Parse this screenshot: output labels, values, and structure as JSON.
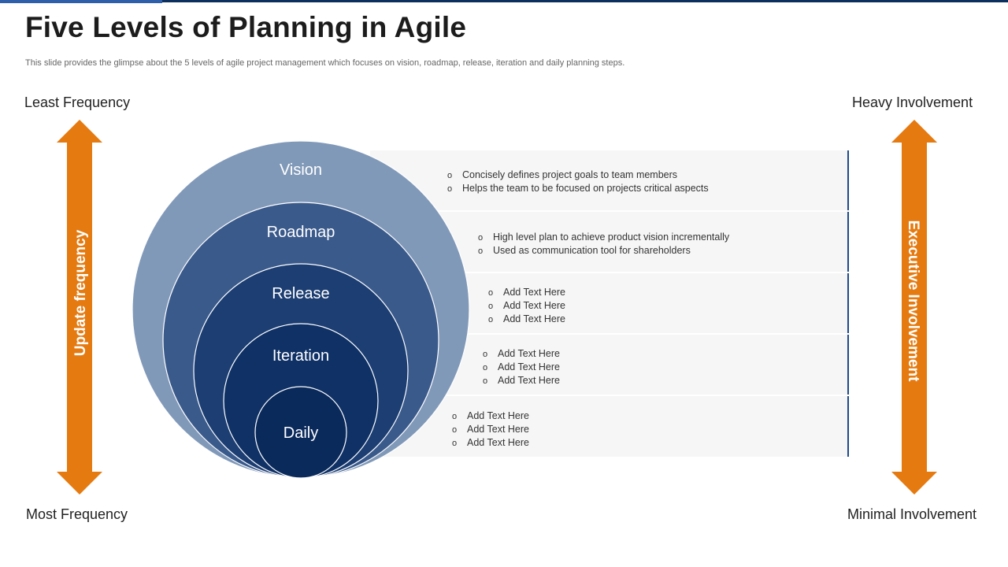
{
  "title": "Five Levels of Planning in Agile",
  "subtitle": "This slide provides the glimpse about the 5 levels of agile project management which focuses on vision, roadmap, release, iteration and daily planning steps.",
  "left_axis": {
    "top_label": "Least Frequency",
    "bottom_label": "Most Frequency",
    "arrow_label": "Update frequency"
  },
  "right_axis": {
    "top_label": "Heavy Involvement",
    "bottom_label": "Minimal Involvement",
    "arrow_label": "Executive Involvement"
  },
  "levels": [
    {
      "name": "Vision",
      "points": [
        "Concisely defines  project goals to team members",
        "Helps the team to be focused on projects critical aspects"
      ]
    },
    {
      "name": "Roadmap",
      "points": [
        "High level plan to achieve  product vision incrementally",
        "Used as communication tool for shareholders"
      ]
    },
    {
      "name": "Release",
      "points": [
        "Add Text Here",
        "Add Text Here",
        "Add Text Here"
      ]
    },
    {
      "name": "Iteration",
      "points": [
        "Add Text Here",
        "Add Text Here",
        "Add Text Here"
      ]
    },
    {
      "name": "Daily",
      "points": [
        "Add Text Here",
        "Add Text Here",
        "Add Text Here"
      ]
    }
  ],
  "colors": {
    "arrow": "#e57a10",
    "vision": "#8199b8",
    "roadmap": "#3a5a8c",
    "release": "#1c3e73",
    "iteration": "#0f3166",
    "daily": "#0b2a5c",
    "panel": "#f6f6f6",
    "panel_border": "#1f4a8a"
  }
}
